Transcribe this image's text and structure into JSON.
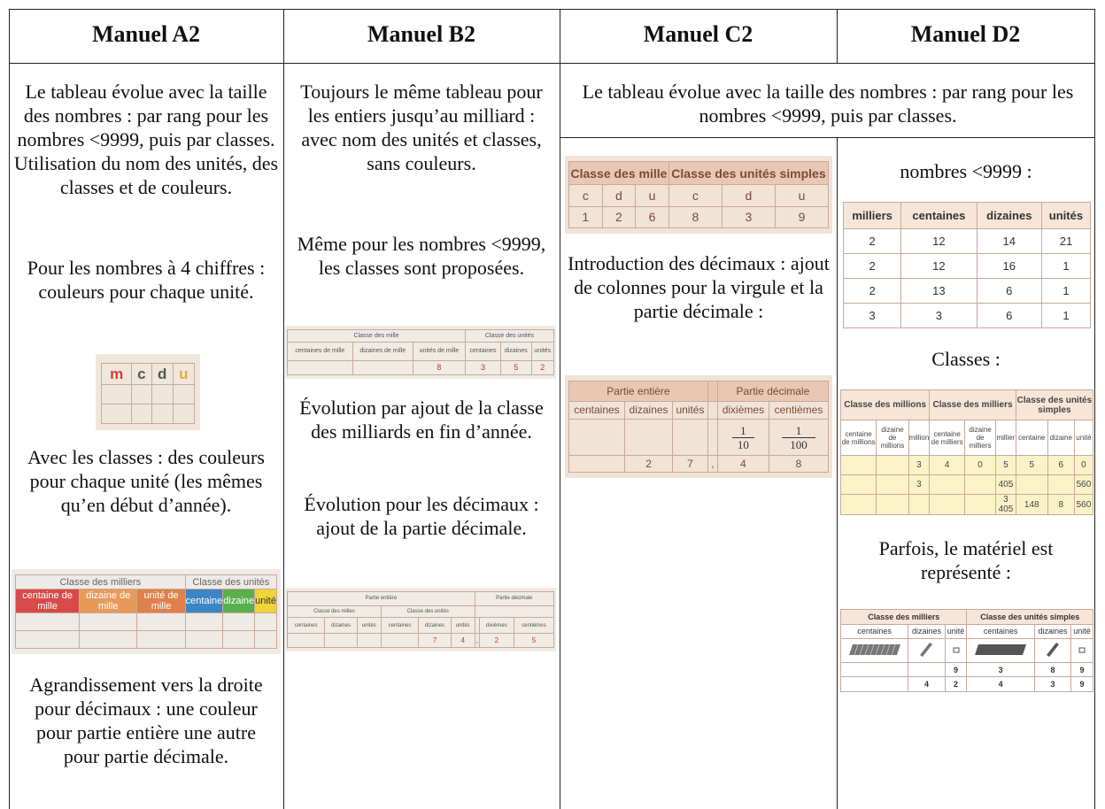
{
  "headers": [
    "Manuel A2",
    "Manuel B2",
    "Manuel C2",
    "Manuel D2"
  ],
  "a2": {
    "p1": "Le tableau évolue avec la taille des nombres : par rang pour les nombres <9999, puis par classes. Utilisation du nom des unités, des classes et de couleurs.",
    "p2": "Pour les nombres à 4 chiffres : couleurs pour chaque unité.",
    "fig1_letters": [
      "m",
      "c",
      "d",
      "u"
    ],
    "p3": "Avec les classes : des couleurs pour chaque unité (les mêmes qu’en début d’année).",
    "fig2": {
      "classes": [
        "Classe des milliers",
        "Classe des unités"
      ],
      "cols": [
        "centaine de mille",
        "dizaine de mille",
        "unité de mille",
        "centaine",
        "dizaine",
        "unité"
      ]
    },
    "p4": "Agrandissement vers la droite pour décimaux : une couleur pour partie entière une autre pour partie décimale."
  },
  "b2": {
    "p1": "Toujours le même tableau pour les entiers jusqu’au milliard : avec nom des unités et classes, sans couleurs.",
    "p2": "Même pour les nombres <9999, les classes sont proposées.",
    "fig1": {
      "classes": [
        "Classe des mille",
        "Classe des unités"
      ],
      "cols": [
        "centaines de mille",
        "dizaines de mille",
        "unités de mille",
        "centaines",
        "dizaines",
        "unités"
      ],
      "values": [
        "",
        "",
        "8",
        "3",
        "5",
        "2"
      ]
    },
    "p3": "Évolution par ajout de la classe des milliards en fin d’année.",
    "p4": "Évolution pour les décimaux : ajout de la partie décimale.",
    "fig2": {
      "top": [
        "Partie entière",
        "Partie décimale"
      ],
      "classes": [
        "Classe des milles",
        "Classe des unités"
      ],
      "cols": [
        "centaines",
        "dizaines",
        "unités",
        "centaines",
        "dizaines",
        "unités",
        "dixièmes",
        "centièmes"
      ],
      "values": [
        "",
        "",
        "",
        "",
        "7",
        "4",
        ",",
        "2",
        "5"
      ]
    }
  },
  "c2d2_intro": "Le tableau évolue avec la taille des nombres : par rang pour les nombres <9999, puis par classes.",
  "c2": {
    "fig1": {
      "classes": [
        "Classe des mille",
        "Classe des unités simples"
      ],
      "cols": [
        "c",
        "d",
        "u",
        "c",
        "d",
        "u"
      ],
      "values": [
        "1",
        "2",
        "6",
        "8",
        "3",
        "9"
      ]
    },
    "p1": "Introduction des décimaux : ajout de colonnes pour la virgule et la partie décimale :",
    "fig2": {
      "groups": [
        "Partie entière",
        "Partie décimale"
      ],
      "cols": [
        "centaines",
        "dizaines",
        "unités",
        "dixièmes",
        "centièmes"
      ],
      "fractions": [
        [
          "1",
          "10"
        ],
        [
          "1",
          "100"
        ]
      ],
      "values": [
        "",
        "2",
        "7",
        ",",
        "4",
        "8"
      ]
    }
  },
  "d2": {
    "p1": "nombres <9999 :",
    "fig1": {
      "cols": [
        "milliers",
        "centaines",
        "dizaines",
        "unités"
      ],
      "rows": [
        [
          "2",
          "12",
          "14",
          "21"
        ],
        [
          "2",
          "12",
          "16",
          "1"
        ],
        [
          "2",
          "13",
          "6",
          "1"
        ],
        [
          "3",
          "3",
          "6",
          "1"
        ]
      ]
    },
    "p2": "Classes :",
    "fig2": {
      "classes": [
        "Classe des millions",
        "Classe des milliers",
        "Classe des unités simples"
      ],
      "cols": [
        "centaine de millions",
        "dizaine de millions",
        "million",
        "centaine de milliers",
        "dizaine de milliers",
        "millier",
        "centaine",
        "dizaine",
        "unité"
      ],
      "rows": [
        [
          "",
          "",
          "3",
          "4",
          "0",
          "5",
          "5",
          "6",
          "0"
        ],
        [
          "",
          "",
          "3",
          "",
          "",
          "405",
          "",
          "",
          "560"
        ],
        [
          "",
          "",
          "",
          "",
          "",
          "3 405",
          "148",
          "8",
          "560"
        ]
      ]
    },
    "p3": "Parfois, le matériel est représenté :",
    "fig3": {
      "classes": [
        "Classe des milliers",
        "Classe des unités simples"
      ],
      "cols": [
        "centaines",
        "dizaines",
        "unité",
        "centaines",
        "dizaines",
        "unité"
      ],
      "rows": [
        [
          "",
          "",
          "9",
          "3",
          "8",
          "9"
        ],
        [
          "",
          "4",
          "2",
          "4",
          "3",
          "9"
        ]
      ]
    }
  }
}
